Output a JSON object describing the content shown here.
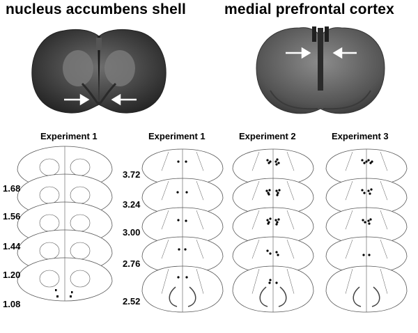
{
  "headings": {
    "nac": "nucleus accumbens shell",
    "mpfc": "medial prefrontal cortex"
  },
  "columns": [
    {
      "title": "Experiment 1"
    },
    {
      "title": "Experiment 1"
    },
    {
      "title": "Experiment 2"
    },
    {
      "title": "Experiment 3"
    }
  ],
  "nac_levels": [
    "1.68",
    "1.56",
    "1.44",
    "1.20",
    "1.08"
  ],
  "mpfc_levels": [
    "3.72",
    "3.24",
    "3.00",
    "2.76",
    "2.52"
  ],
  "colors": {
    "ink": "#000000",
    "photo_dark": "#3a3a3a",
    "photo_light": "#8a8a8a",
    "arrow": "#ffffff"
  }
}
